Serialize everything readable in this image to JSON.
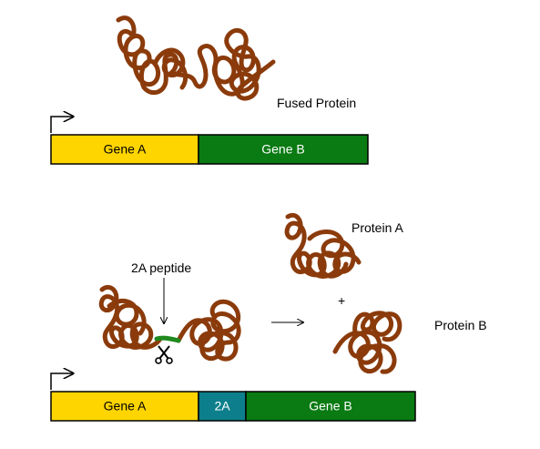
{
  "colors": {
    "gene_a": "#ffd500",
    "gene_b": "#0a7a12",
    "twoA": "#0d7f8c",
    "protein": "#8b3b0b",
    "linker": "#1f8a1f"
  },
  "top": {
    "protein_label": "Fused Protein",
    "segments": [
      {
        "label": "Gene A",
        "color": "#ffd500",
        "text_color": "#000000"
      },
      {
        "label": "Gene B",
        "color": "#0a7a12",
        "text_color": "#ffffff"
      }
    ]
  },
  "bottom": {
    "peptide_label": "2A peptide",
    "protein_a_label": "Protein A",
    "protein_b_label": "Protein B",
    "plus": "+",
    "segments": [
      {
        "label": "Gene A",
        "color": "#ffd500",
        "text_color": "#000000"
      },
      {
        "label": "2A",
        "color": "#0d7f8c",
        "text_color": "#ffffff"
      },
      {
        "label": "Gene B",
        "color": "#0a7a12",
        "text_color": "#ffffff"
      }
    ]
  },
  "icons": [
    "promoter-arrow-icon",
    "scissors-icon",
    "reaction-arrow-icon"
  ]
}
